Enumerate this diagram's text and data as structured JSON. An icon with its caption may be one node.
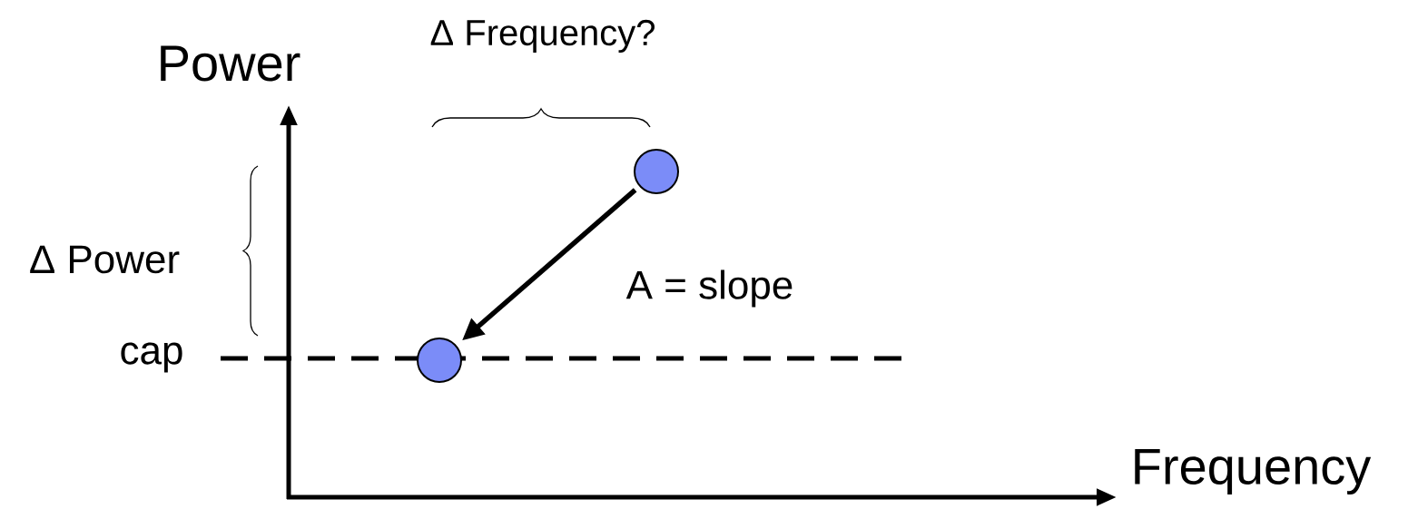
{
  "diagram": {
    "nodes": [
      {
        "text": [],
        "shape": "circle"
      },
      {
        "text": [],
        "shape": "circle"
      }
    ],
    "edges": [
      {
        "from": 0,
        "to": 1,
        "arrow": "to",
        "label": "A = slope"
      }
    ],
    "labels": [
      "Δ Frequency?",
      "Power",
      "Δ Power",
      "cap",
      "Frequency"
    ]
  }
}
